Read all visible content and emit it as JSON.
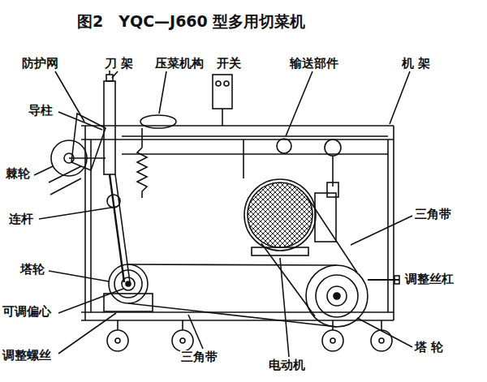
{
  "diagram": {
    "title": "图2　YQC—J660 型多用切菜机",
    "labels": [
      "防护网",
      "刀 架",
      "压菜机构",
      "开关",
      "输送部件",
      "机 架",
      "导柱",
      "棘轮",
      "三角带",
      "连杆",
      "塔轮",
      "调整丝杠",
      "可调偏心",
      "塔 轮",
      "调整螺丝",
      "三角带",
      "电动机"
    ]
  }
}
